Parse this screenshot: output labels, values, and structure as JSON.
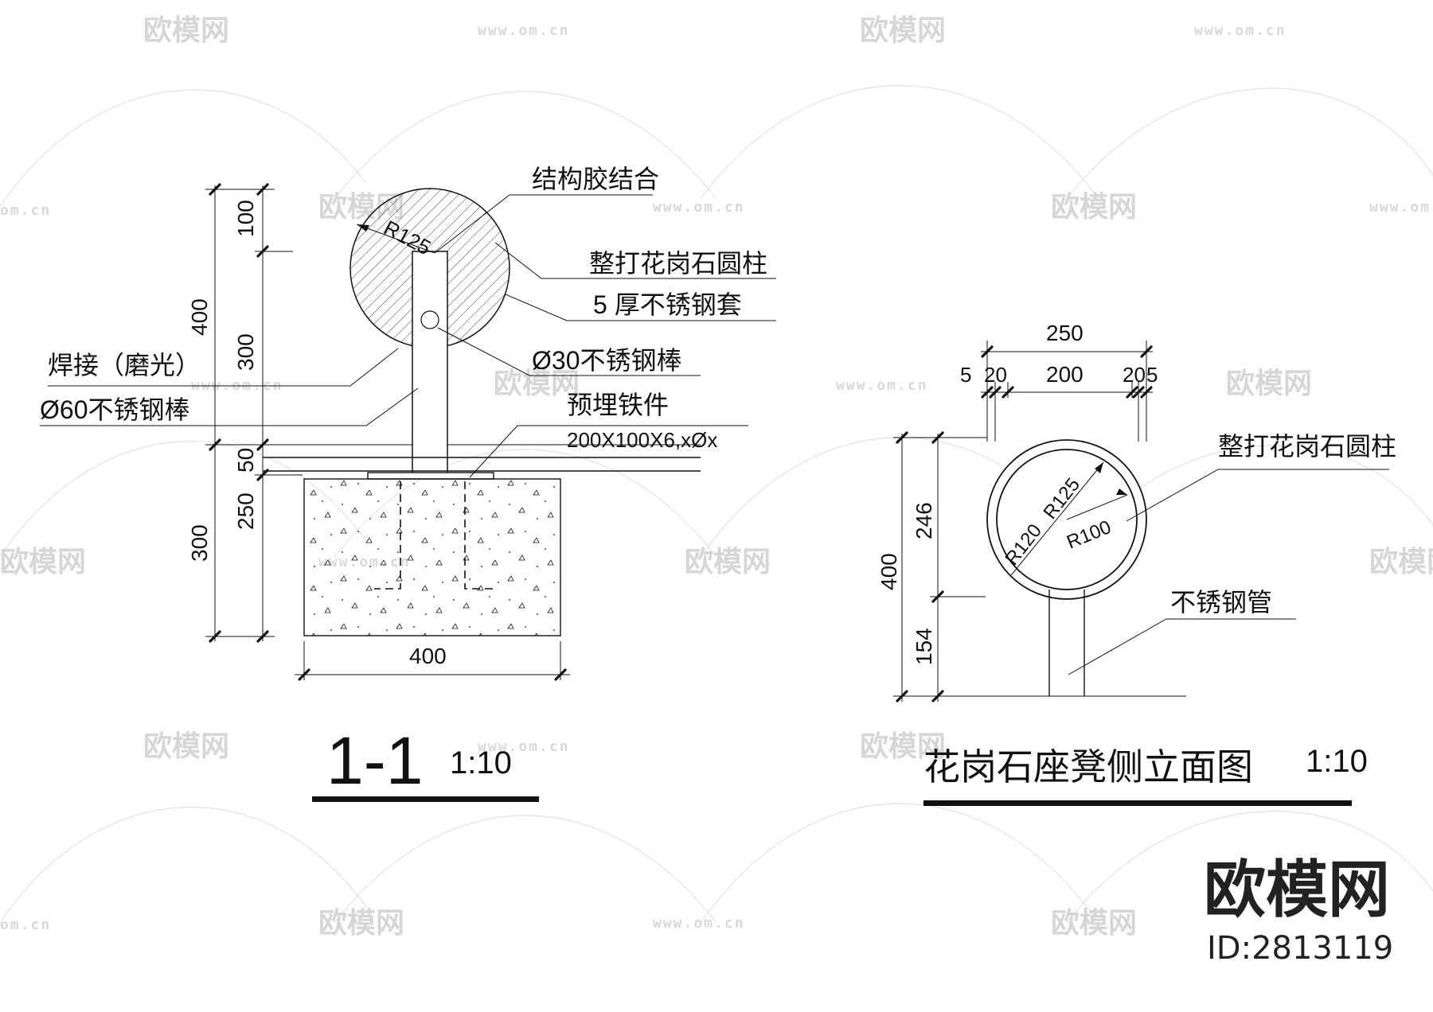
{
  "watermark": {
    "brand": "欧模网",
    "url": "www.om.cn",
    "url_short": "om.cn"
  },
  "section_1_1": {
    "title": "1-1",
    "scale": "1:10",
    "dims": {
      "d100": "100",
      "d300": "300",
      "d400": "400",
      "d50": "50",
      "d250": "250",
      "d300b": "300",
      "base_width": "400",
      "radius": "R125"
    },
    "labels": {
      "adhesive": "结构胶结合",
      "granite_column": "整打花岗石圆柱",
      "steel_sleeve": "5 厚不锈钢套",
      "weld": "焊接（磨光）",
      "rod60": "Ø60不锈钢棒",
      "rod30": "Ø30不锈钢棒",
      "embedded": "预埋铁件",
      "embedded_spec": "200X100X6,xØx"
    }
  },
  "side_elevation": {
    "title": "花岗石座凳侧立面图",
    "scale": "1:10",
    "dims": {
      "top_total": "250",
      "d5a": "5",
      "d20a": "20",
      "d200": "200",
      "d20b": "20",
      "d5b": "5",
      "height_total": "400",
      "d246": "246",
      "d154": "154",
      "r120": "R120",
      "r125": "R125",
      "r100": "R100"
    },
    "labels": {
      "granite_column": "整打花岗石圆柱",
      "steel_pipe": "不锈钢管"
    }
  },
  "brand_block": {
    "name": "欧模网",
    "id": "ID:2813119"
  }
}
